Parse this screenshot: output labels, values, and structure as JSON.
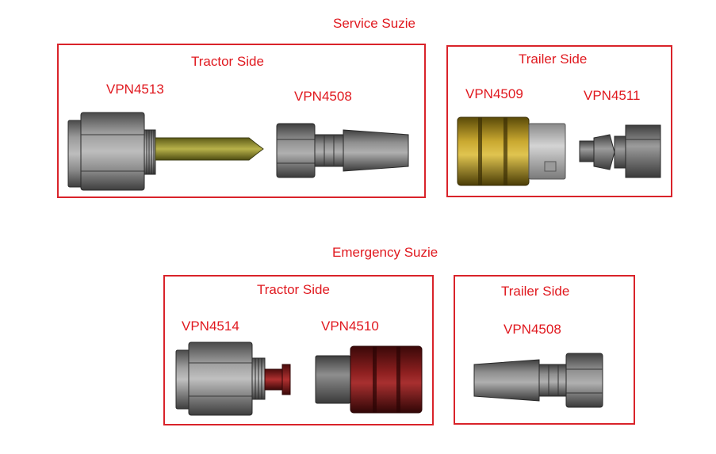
{
  "service": {
    "title": "Service Suzie",
    "tractor": {
      "title": "Tractor Side",
      "part_a": "VPN4513",
      "part_b": "VPN4508"
    },
    "trailer": {
      "title": "Trailer Side",
      "part_a": "VPN4509",
      "part_b": "VPN4511"
    }
  },
  "emergency": {
    "title": "Emergency Suzie",
    "tractor": {
      "title": "Tractor Side",
      "part_a": "VPN4514",
      "part_b": "VPN4510"
    },
    "trailer": {
      "title": "Trailer Side",
      "part_a": "VPN4508"
    }
  },
  "colors": {
    "label": "#e0191f",
    "border": "#d9232a",
    "steel": "#6e6e6e",
    "brass": "#a68a1a",
    "maroon": "#7a1a1a",
    "rod": "#8c8a2a"
  }
}
